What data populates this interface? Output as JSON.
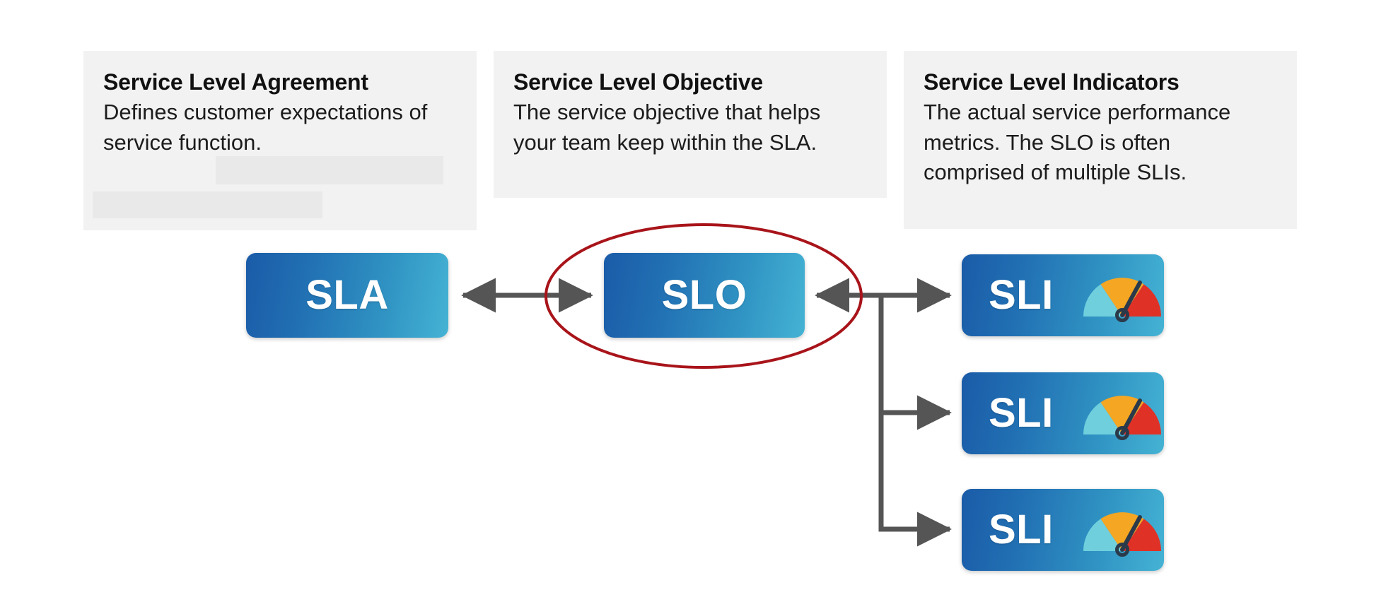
{
  "diagram": {
    "title": "SLA / SLO / SLI relationship diagram",
    "background_color": "#ffffff",
    "card_background_color": "#f2f2f2",
    "redaction_color": "#e9e9e9",
    "node_gradient_start": "#1a5ba8",
    "node_gradient_end": "#45b3d4",
    "connector_color": "#555555",
    "highlight_ellipse_color": "#a8141a"
  },
  "cards": [
    {
      "id": "sla",
      "title": "Service Level Agreement",
      "body": "Defines customer expectations of service function."
    },
    {
      "id": "slo",
      "title": "Service Level Objective",
      "body": "The service objective that helps your team keep within the SLA."
    },
    {
      "id": "sli",
      "title": "Service Level Indicators",
      "body": "The actual service performance metrics. The SLO is often comprised of multiple SLIs."
    }
  ],
  "nodes": {
    "sla": {
      "label": "SLA"
    },
    "slo": {
      "label": "SLO",
      "highlighted": "true"
    },
    "sli": [
      {
        "label": "SLI",
        "icon": "gauge-icon"
      },
      {
        "label": "SLI",
        "icon": "gauge-icon"
      },
      {
        "label": "SLI",
        "icon": "gauge-icon"
      }
    ]
  },
  "gauge": {
    "segment_colors": [
      "#6fcfdd",
      "#f5a623",
      "#e03127"
    ],
    "needle_color": "#2b3a4a"
  },
  "connectors": [
    {
      "from": "sla",
      "to": "slo",
      "arrows": "both"
    },
    {
      "from": "slo",
      "to": "sli-1",
      "arrows": "both"
    },
    {
      "from": "trunk",
      "to": "sli-2",
      "arrows": "end"
    },
    {
      "from": "trunk",
      "to": "sli-3",
      "arrows": "end"
    }
  ]
}
